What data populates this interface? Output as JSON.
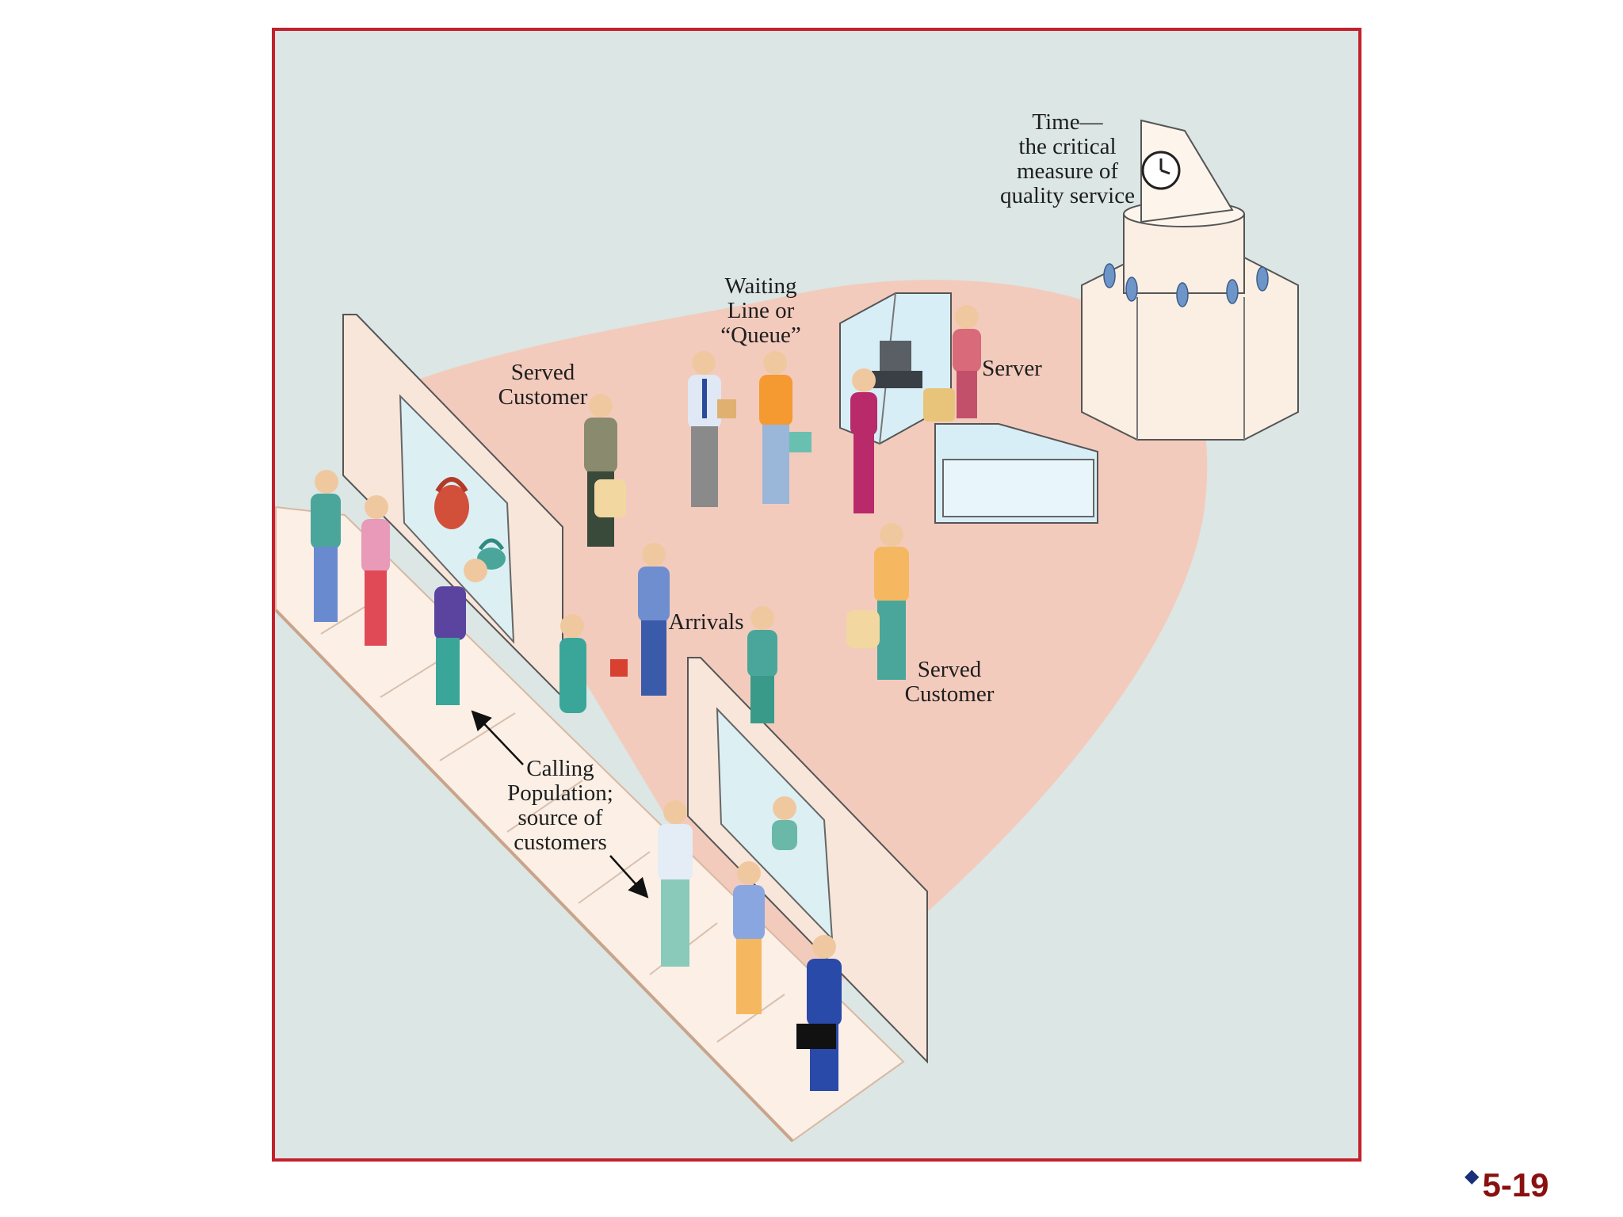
{
  "labels": {
    "time": [
      "Time—",
      "the critical",
      "measure of",
      "quality service"
    ],
    "waiting_line": [
      "Waiting",
      "Line or",
      "“Queue”"
    ],
    "served_customer_top": [
      "Served",
      "Customer"
    ],
    "server": [
      "Server"
    ],
    "arrivals": [
      "Arrivals"
    ],
    "served_customer_bottom": [
      "Served",
      "Customer"
    ],
    "calling_population": [
      "Calling",
      "Population;",
      "source of",
      "customers"
    ]
  },
  "slide_number": "5-19",
  "colors": {
    "frame_border": "#c4202c",
    "background": "#dce6e4",
    "floor": "#f3cbbd",
    "wall": "#f8e6da",
    "window": "#dcf0f4",
    "counter": "#d8eef6",
    "tower": "#fbefe4",
    "slide_number": "#8a1010"
  }
}
